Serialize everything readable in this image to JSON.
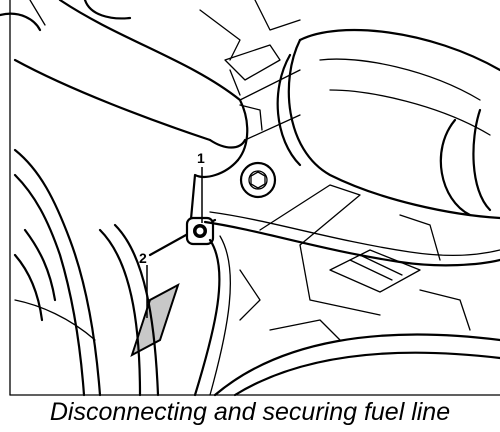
{
  "callouts": [
    {
      "label": "1"
    },
    {
      "label": "2"
    }
  ],
  "caption": "Disconnecting and securing fuel line",
  "colors": {
    "line": "#000000",
    "highlight_fill": "#c8c8c8",
    "background": "#ffffff"
  }
}
